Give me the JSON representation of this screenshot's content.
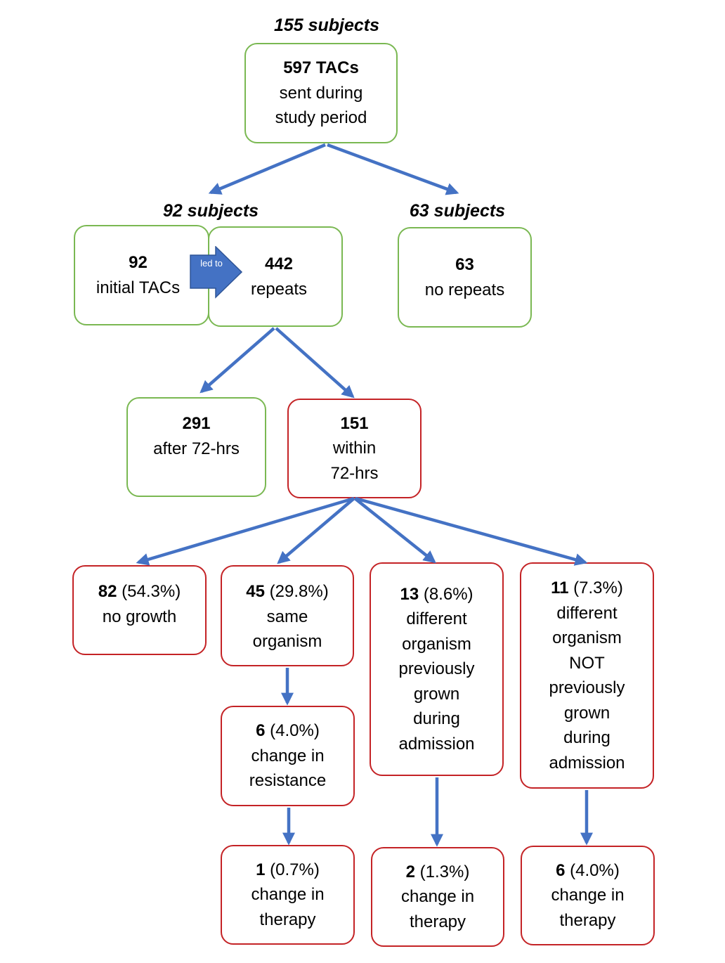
{
  "headers": {
    "top": "155 subjects",
    "left": "92 subjects",
    "right": "63 subjects"
  },
  "nodes": {
    "total": {
      "num": "597 TACs",
      "line2": "sent during",
      "line3": "study period"
    },
    "initial": {
      "num": "92",
      "line2": "initial TACs"
    },
    "repeats": {
      "num": "442",
      "line2": "repeats"
    },
    "no_repeats": {
      "num": "63",
      "line2": "no repeats"
    },
    "after72": {
      "num": "291",
      "line2": "after 72-hrs"
    },
    "within72": {
      "num": "151",
      "line2": "within",
      "line3": "72-hrs"
    },
    "no_growth": {
      "num": "82",
      "pct": " (54.3%)",
      "line2": "no growth"
    },
    "same_org": {
      "num": "45",
      "pct": " (29.8%)",
      "line2": "same",
      "line3": "organism"
    },
    "diff_prev": {
      "num": "13",
      "pct": " (8.6%)",
      "lines": [
        "different",
        "organism",
        "previously",
        "grown",
        "during",
        "admission"
      ]
    },
    "diff_not_prev": {
      "num": "11",
      "pct": " (7.3%)",
      "lines": [
        "different",
        "organism",
        "NOT",
        "previously",
        "grown",
        "during",
        "admission"
      ]
    },
    "resistance": {
      "num": "6",
      "pct": " (4.0%)",
      "line2": "change in",
      "line3": "resistance"
    },
    "therapy1": {
      "num": "1",
      "pct": " (0.7%)",
      "line2": "change in",
      "line3": "therapy"
    },
    "therapy2": {
      "num": "2",
      "pct": " (1.3%)",
      "line2": "change in",
      "line3": "therapy"
    },
    "therapy3": {
      "num": "6",
      "pct": " (4.0%)",
      "line2": "change in",
      "line3": "therapy"
    }
  },
  "led_to_label": "led to",
  "colors": {
    "green_border": "#7ab852",
    "red_border": "#c42326",
    "arrow": "#4472c4",
    "arrow_badge_fill": "#4472c4"
  }
}
